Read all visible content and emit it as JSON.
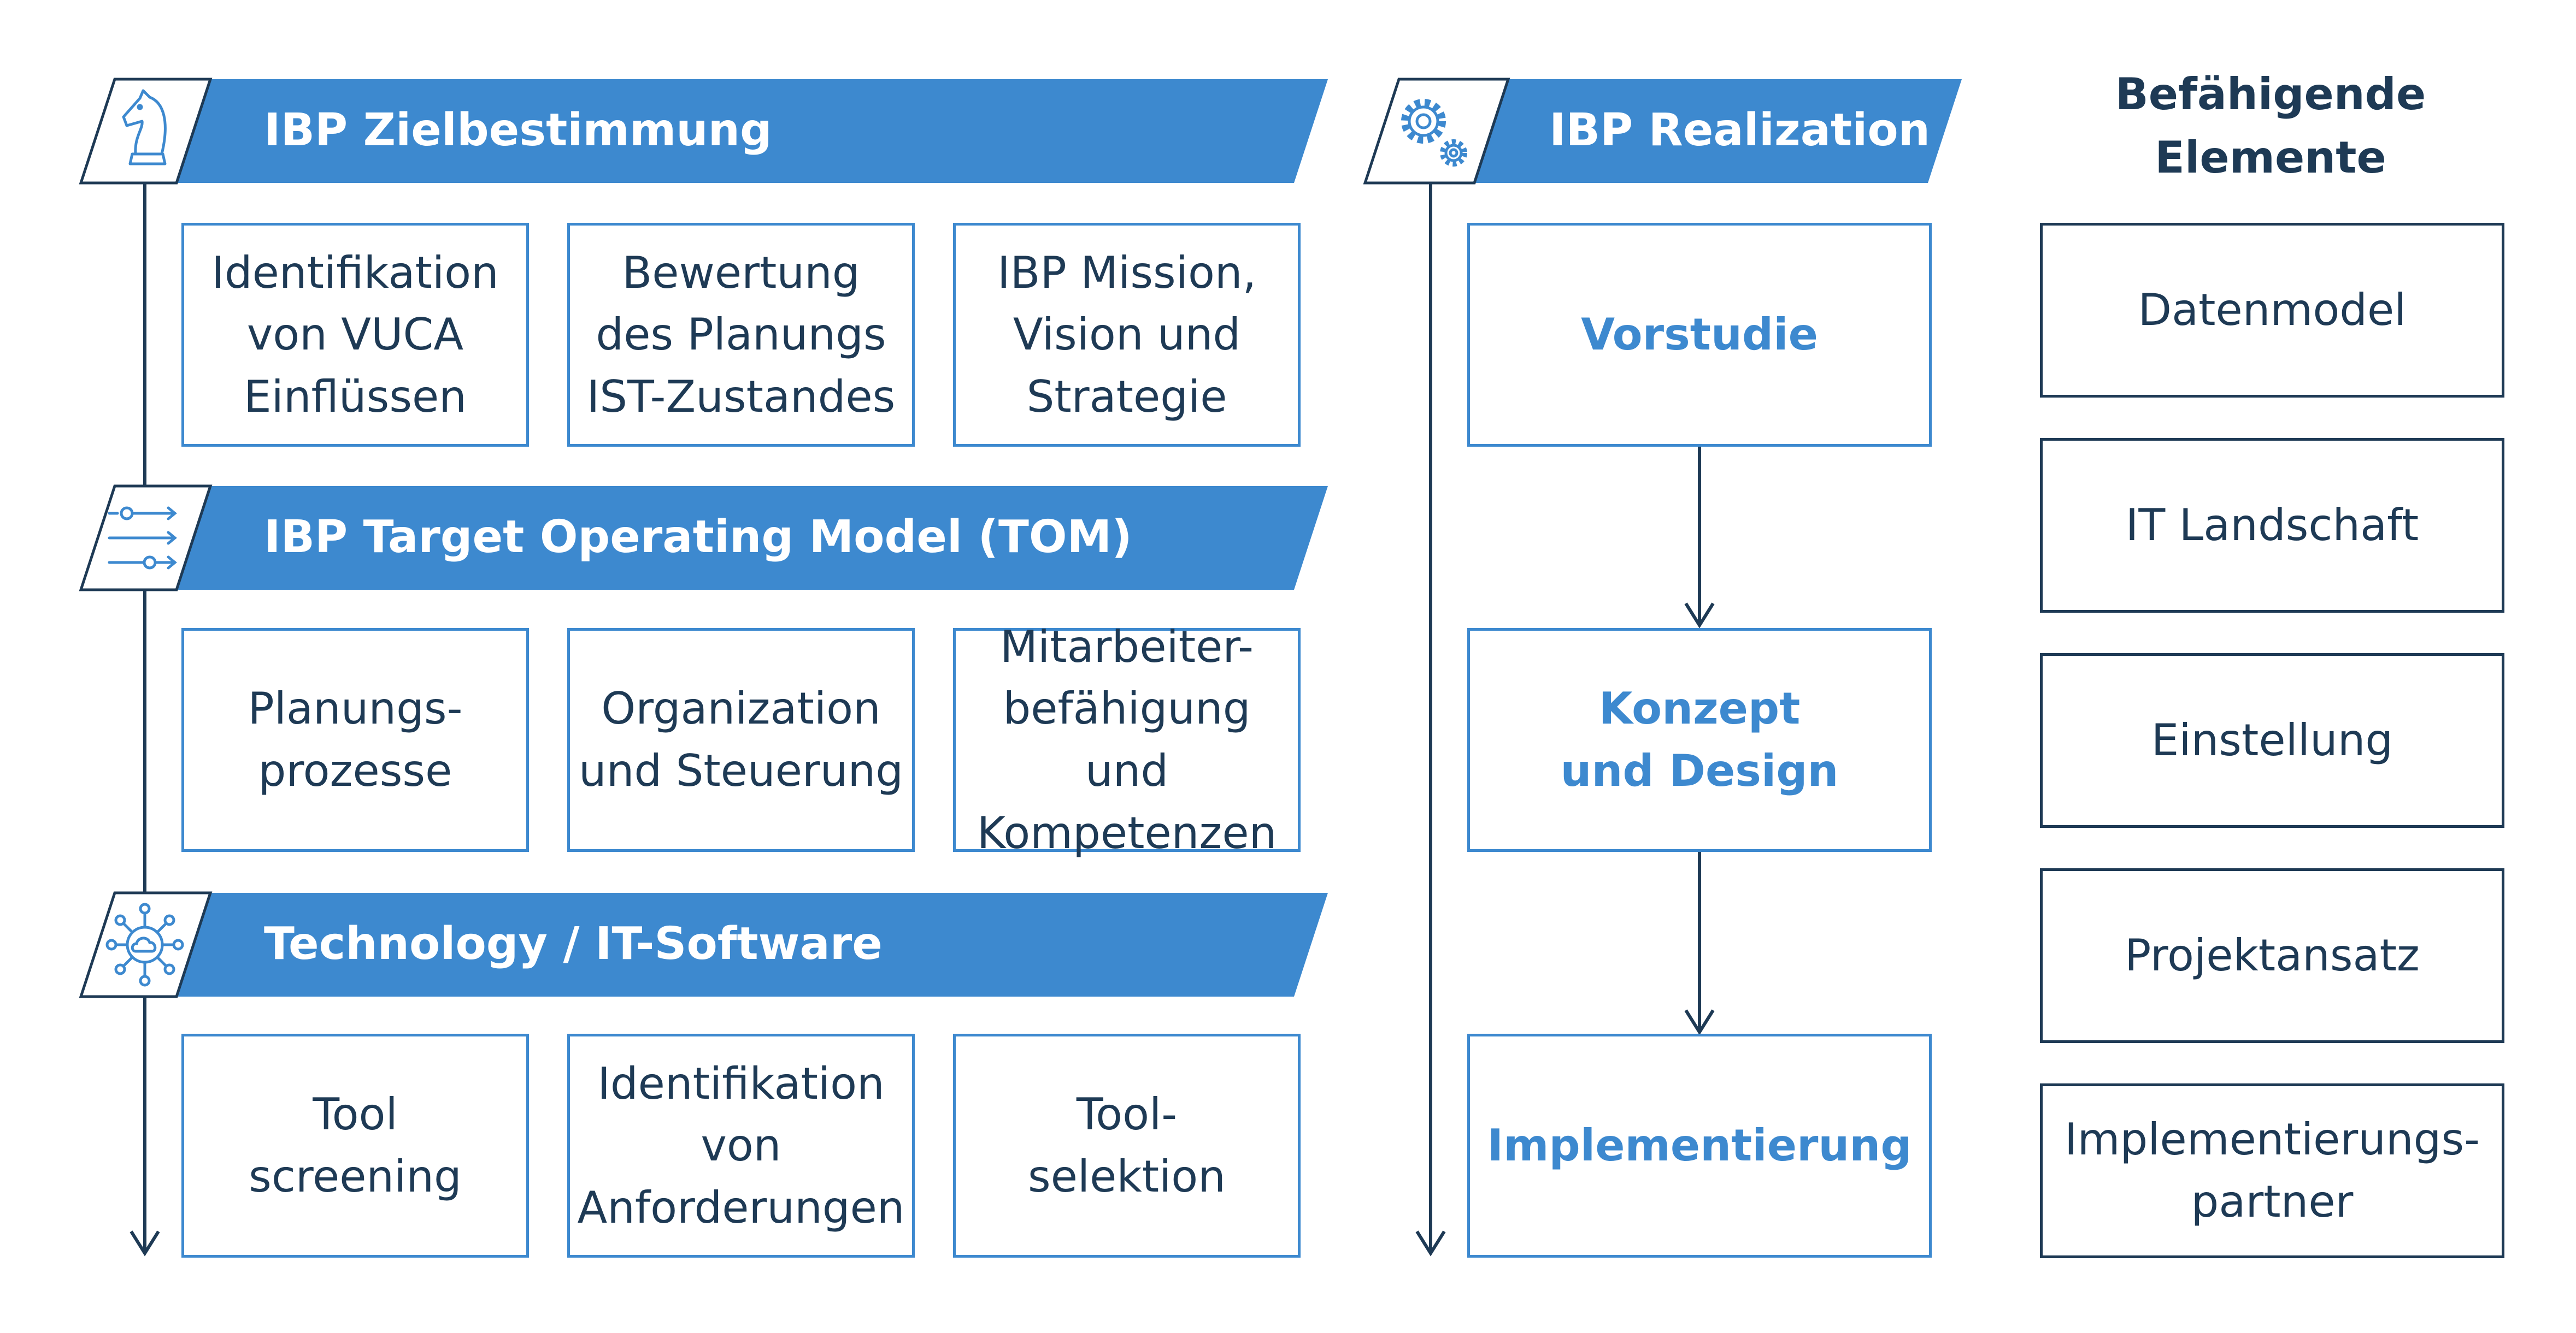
{
  "colors": {
    "accent": "#3d89cf",
    "navy": "#1e3a55"
  },
  "tracks": [
    {
      "title": "IBP Zielbestimmung",
      "icon": "chess-knight-icon",
      "items": [
        "Identifikation\nvon VUCA\nEinflüssen",
        "Bewertung\ndes Planungs\nIST-Zustandes",
        "IBP Mission,\nVision und\nStrategie"
      ]
    },
    {
      "title": "IBP Target Operating Model (TOM)",
      "icon": "process-flow-icon",
      "items": [
        "Planungs-\nprozesse",
        "Organization\nund Steuerung",
        "Mitarbeiter-\nbefähigung und\nKompetenzen"
      ]
    },
    {
      "title": "Technology / IT-Software",
      "icon": "cloud-network-icon",
      "items": [
        "Tool\nscreening",
        "Identifikation\nvon\nAnforderungen",
        "Tool-\nselektion"
      ]
    }
  ],
  "realization": {
    "title": "IBP Realization",
    "icon": "gears-icon",
    "steps": [
      "Vorstudie",
      "Konzept\nund Design",
      "Implementierung"
    ]
  },
  "enablers": {
    "title": "Befähigende\nElemente",
    "items": [
      "Datenmodel",
      "IT Landschaft",
      "Einstellung",
      "Projektansatz",
      "Implementierungs-\npartner"
    ]
  }
}
